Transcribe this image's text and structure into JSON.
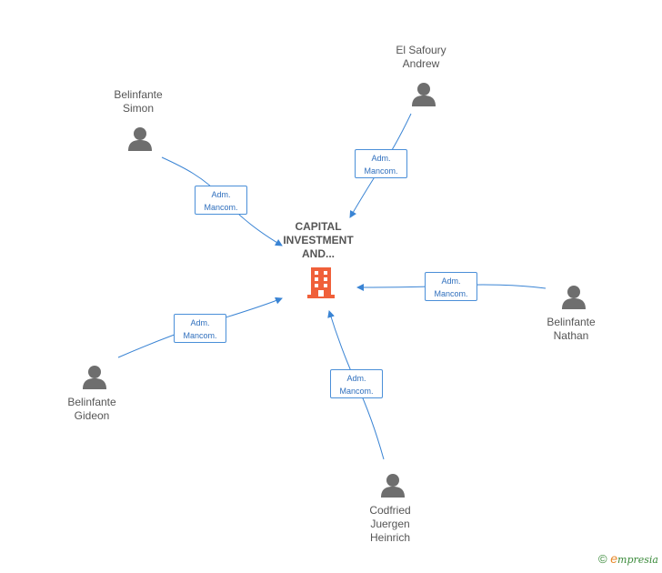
{
  "company": {
    "name": "CAPITAL\nINVESTMENT\nAND...",
    "icon": "building-icon",
    "color": "#f0603a"
  },
  "people": [
    {
      "id": "el-safoury",
      "name": "El Safoury\nAndrew",
      "icon": "person-icon"
    },
    {
      "id": "simon",
      "name": "Belinfante\nSimon",
      "icon": "person-icon"
    },
    {
      "id": "nathan",
      "name": "Belinfante\nNathan",
      "icon": "person-icon"
    },
    {
      "id": "gideon",
      "name": "Belinfante\nGideon",
      "icon": "person-icon"
    },
    {
      "id": "codfried",
      "name": "Codfried\nJuergen\nHeinrich",
      "icon": "person-icon"
    }
  ],
  "edges": [
    {
      "from": "el-safoury",
      "label": "Adm.\nMancom."
    },
    {
      "from": "simon",
      "label": "Adm.\nMancom."
    },
    {
      "from": "nathan",
      "label": "Adm.\nMancom."
    },
    {
      "from": "gideon",
      "label": "Adm.\nMancom."
    },
    {
      "from": "codfried",
      "label": "Adm.\nMancom."
    }
  ],
  "colors": {
    "edge": "#3a84d4",
    "person": "#6e6e6e",
    "text": "#555555"
  },
  "footer": {
    "copyright_symbol": "©",
    "brand_initial": "e",
    "brand_rest": "mpresia"
  }
}
